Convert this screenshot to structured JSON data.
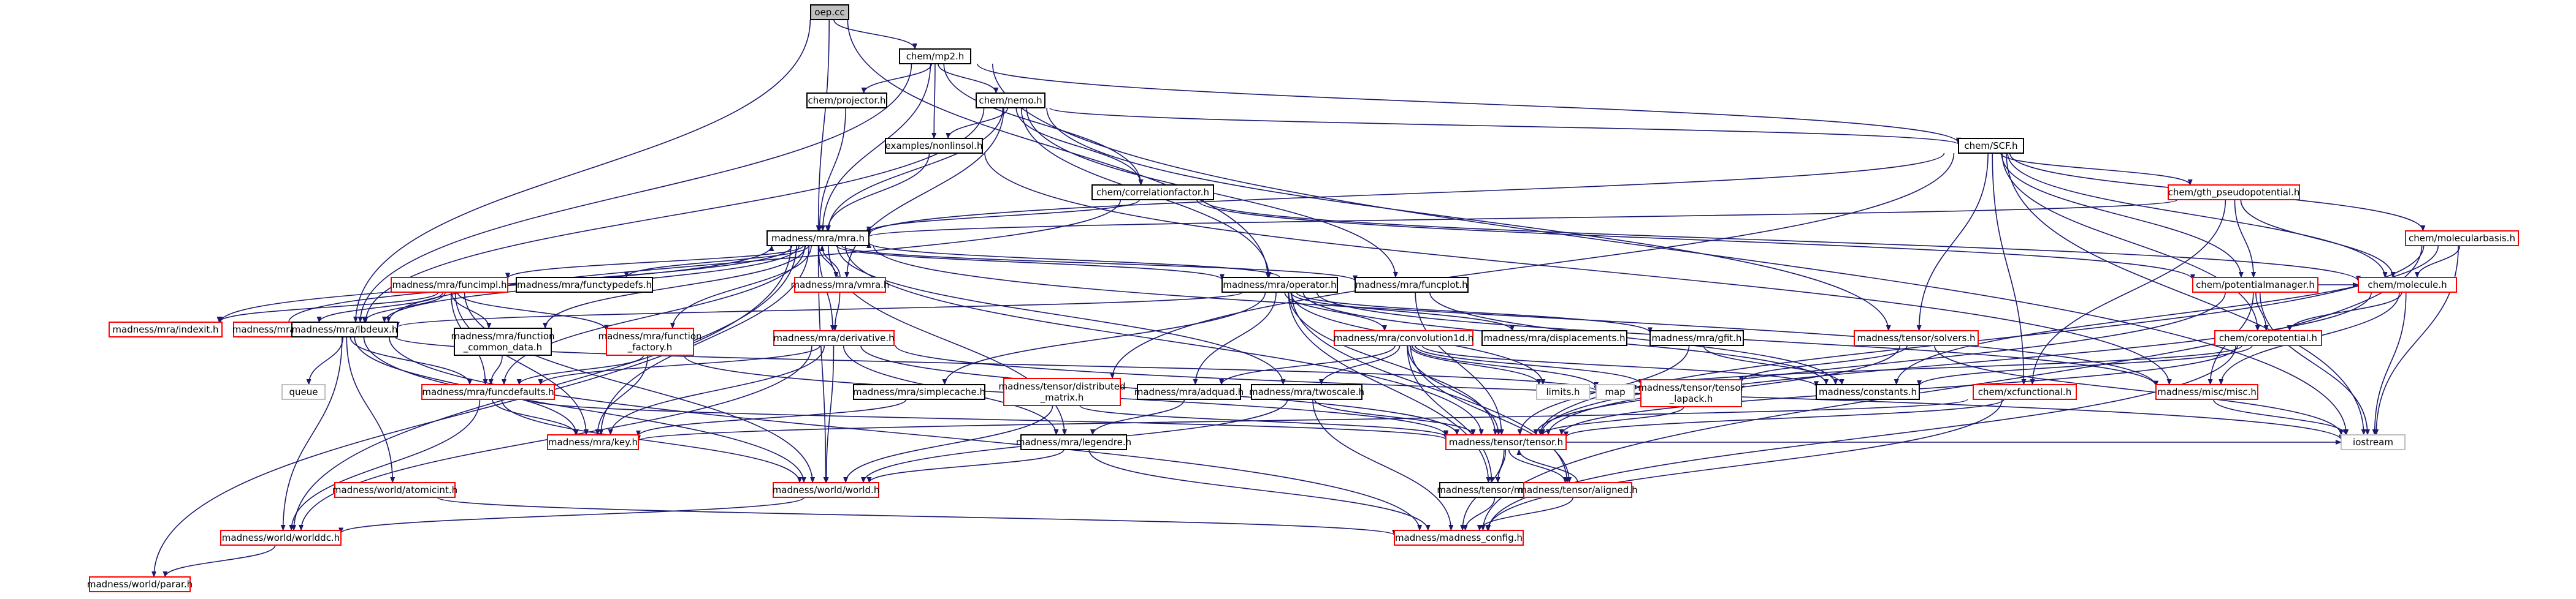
{
  "graph": {
    "kind": "include-dependency-graph",
    "root": "oep.cc",
    "colors": {
      "edge": "#191970",
      "root_fill": "#bfbfbf",
      "documented_border": "#000000",
      "undocumented_border": "#ff0000",
      "external_border": "#bfbfbf"
    },
    "nodes": [
      {
        "id": "oep",
        "lines": [
          "oep.cc"
        ],
        "style": "root"
      },
      {
        "id": "mp2",
        "lines": [
          "chem/mp2.h"
        ],
        "style": "black"
      },
      {
        "id": "projector",
        "lines": [
          "chem/projector.h"
        ],
        "style": "black"
      },
      {
        "id": "nemo",
        "lines": [
          "chem/nemo.h"
        ],
        "style": "black"
      },
      {
        "id": "nonlinsol",
        "lines": [
          "examples/nonlinsol.h"
        ],
        "style": "black"
      },
      {
        "id": "SCF",
        "lines": [
          "chem/SCF.h"
        ],
        "style": "black"
      },
      {
        "id": "corrfac",
        "lines": [
          "chem/correlationfactor.h"
        ],
        "style": "black"
      },
      {
        "id": "mra",
        "lines": [
          "madness/mra/mra.h"
        ],
        "style": "black"
      },
      {
        "id": "gthpseudo",
        "lines": [
          "chem/gth_pseudopotential.h"
        ],
        "style": "red"
      },
      {
        "id": "molbasis",
        "lines": [
          "chem/molecularbasis.h"
        ],
        "style": "red"
      },
      {
        "id": "funcimpl",
        "lines": [
          "madness/mra/funcimpl.h"
        ],
        "style": "red"
      },
      {
        "id": "functypedefs",
        "lines": [
          "madness/mra/functypedefs.h"
        ],
        "style": "black"
      },
      {
        "id": "vmra",
        "lines": [
          "madness/mra/vmra.h"
        ],
        "style": "red"
      },
      {
        "id": "operator",
        "lines": [
          "madness/mra/operator.h"
        ],
        "style": "black"
      },
      {
        "id": "funcplot",
        "lines": [
          "madness/mra/funcplot.h"
        ],
        "style": "black"
      },
      {
        "id": "potmgr",
        "lines": [
          "chem/potentialmanager.h"
        ],
        "style": "red"
      },
      {
        "id": "molecule",
        "lines": [
          "chem/molecule.h"
        ],
        "style": "red"
      },
      {
        "id": "indexit",
        "lines": [
          "madness/mra/indexit.h"
        ],
        "style": "red"
      },
      {
        "id": "mraimpl",
        "lines": [
          "madness/mra/mraimpl.h"
        ],
        "style": "red"
      },
      {
        "id": "lbdeux",
        "lines": [
          "madness/mra/lbdeux.h"
        ],
        "style": "black"
      },
      {
        "id": "fcd",
        "lines": [
          "madness/mra/function",
          "_common_data.h"
        ],
        "style": "black"
      },
      {
        "id": "ffactory",
        "lines": [
          "madness/mra/function",
          "_factory.h"
        ],
        "style": "red"
      },
      {
        "id": "derivative",
        "lines": [
          "madness/mra/derivative.h"
        ],
        "style": "red"
      },
      {
        "id": "conv1d",
        "lines": [
          "madness/mra/convolution1d.h"
        ],
        "style": "red"
      },
      {
        "id": "displacements",
        "lines": [
          "madness/mra/displacements.h"
        ],
        "style": "black"
      },
      {
        "id": "gfit",
        "lines": [
          "madness/mra/gfit.h"
        ],
        "style": "black"
      },
      {
        "id": "solvers",
        "lines": [
          "madness/tensor/solvers.h"
        ],
        "style": "red"
      },
      {
        "id": "corepot",
        "lines": [
          "chem/corepotential.h"
        ],
        "style": "red"
      },
      {
        "id": "queue",
        "lines": [
          "queue"
        ],
        "style": "gray"
      },
      {
        "id": "funcdefaults",
        "lines": [
          "madness/mra/funcdefaults.h"
        ],
        "style": "red"
      },
      {
        "id": "simplecache",
        "lines": [
          "madness/mra/simplecache.h"
        ],
        "style": "black"
      },
      {
        "id": "distmatrix",
        "lines": [
          "madness/tensor/distributed",
          "_matrix.h"
        ],
        "style": "red"
      },
      {
        "id": "adquad",
        "lines": [
          "madness/mra/adquad.h"
        ],
        "style": "black"
      },
      {
        "id": "twoscale",
        "lines": [
          "madness/mra/twoscale.h"
        ],
        "style": "black"
      },
      {
        "id": "limits",
        "lines": [
          "limits.h"
        ],
        "style": "gray"
      },
      {
        "id": "map",
        "lines": [
          "map"
        ],
        "style": "gray"
      },
      {
        "id": "lapack",
        "lines": [
          "madness/tensor/tensor",
          "_lapack.h"
        ],
        "style": "red"
      },
      {
        "id": "constants",
        "lines": [
          "madness/constants.h"
        ],
        "style": "black"
      },
      {
        "id": "xcfunctional",
        "lines": [
          "chem/xcfunctional.h"
        ],
        "style": "red"
      },
      {
        "id": "misc",
        "lines": [
          "madness/misc/misc.h"
        ],
        "style": "red"
      },
      {
        "id": "key",
        "lines": [
          "madness/mra/key.h"
        ],
        "style": "red"
      },
      {
        "id": "legendre",
        "lines": [
          "madness/mra/legendre.h"
        ],
        "style": "black"
      },
      {
        "id": "tensor",
        "lines": [
          "madness/tensor/tensor.h"
        ],
        "style": "red"
      },
      {
        "id": "iostream",
        "lines": [
          "iostream"
        ],
        "style": "gray"
      },
      {
        "id": "atomicint",
        "lines": [
          "madness/world/atomicint.h"
        ],
        "style": "red"
      },
      {
        "id": "world",
        "lines": [
          "madness/world/world.h"
        ],
        "style": "red"
      },
      {
        "id": "mxm",
        "lines": [
          "madness/tensor/mtxmq.h"
        ],
        "style": "black"
      },
      {
        "id": "aligned",
        "lines": [
          "madness/tensor/aligned.h"
        ],
        "style": "red"
      },
      {
        "id": "worlddc",
        "lines": [
          "madness/world/worlddc.h"
        ],
        "style": "red"
      },
      {
        "id": "config",
        "lines": [
          "madness/madness_config.h"
        ],
        "style": "red"
      },
      {
        "id": "parar",
        "lines": [
          "madness/world/parar.h"
        ],
        "style": "red"
      }
    ],
    "edges": [
      [
        "oep",
        "mp2"
      ],
      [
        "oep",
        "mra"
      ],
      [
        "oep",
        "operator"
      ],
      [
        "oep",
        "lbdeux"
      ],
      [
        "mp2",
        "projector"
      ],
      [
        "mp2",
        "nemo"
      ],
      [
        "mp2",
        "nonlinsol"
      ],
      [
        "mp2",
        "SCF"
      ],
      [
        "mp2",
        "corrfac"
      ],
      [
        "mp2",
        "mra"
      ],
      [
        "mp2",
        "lbdeux"
      ],
      [
        "mp2",
        "iostream"
      ],
      [
        "projector",
        "mra"
      ],
      [
        "nemo",
        "nonlinsol"
      ],
      [
        "nemo",
        "SCF"
      ],
      [
        "nemo",
        "corrfac"
      ],
      [
        "nemo",
        "mra"
      ],
      [
        "nemo",
        "vmra"
      ],
      [
        "nemo",
        "lbdeux"
      ],
      [
        "nemo",
        "funcplot"
      ],
      [
        "nemo",
        "operator"
      ],
      [
        "nemo",
        "solvers"
      ],
      [
        "nonlinsol",
        "mra"
      ],
      [
        "nonlinsol",
        "misc"
      ],
      [
        "SCF",
        "mra"
      ],
      [
        "SCF",
        "gthpseudo"
      ],
      [
        "SCF",
        "molbasis"
      ],
      [
        "SCF",
        "molecule"
      ],
      [
        "SCF",
        "potmgr"
      ],
      [
        "SCF",
        "corepot"
      ],
      [
        "SCF",
        "xcfunctional"
      ],
      [
        "SCF",
        "solvers"
      ],
      [
        "SCF",
        "distmatrix"
      ],
      [
        "SCF",
        "iostream"
      ],
      [
        "corrfac",
        "mra"
      ],
      [
        "corrfac",
        "lbdeux"
      ],
      [
        "corrfac",
        "molecule"
      ],
      [
        "corrfac",
        "potmgr"
      ],
      [
        "gthpseudo",
        "mra"
      ],
      [
        "gthpseudo",
        "molecule"
      ],
      [
        "gthpseudo",
        "potmgr"
      ],
      [
        "gthpseudo",
        "xcfunctional"
      ],
      [
        "molbasis",
        "molecule"
      ],
      [
        "molbasis",
        "constants"
      ],
      [
        "molbasis",
        "tensor"
      ],
      [
        "molbasis",
        "iostream"
      ],
      [
        "molbasis",
        "config"
      ],
      [
        "mra",
        "funcimpl"
      ],
      [
        "mra",
        "functypedefs"
      ],
      [
        "mra",
        "vmra"
      ],
      [
        "mra",
        "operator"
      ],
      [
        "mra",
        "funcplot"
      ],
      [
        "mra",
        "indexit"
      ],
      [
        "mra",
        "lbdeux"
      ],
      [
        "mra",
        "fcd"
      ],
      [
        "mra",
        "ffactory"
      ],
      [
        "mra",
        "derivative"
      ],
      [
        "mra",
        "funcdefaults"
      ],
      [
        "mra",
        "key"
      ],
      [
        "mra",
        "tensor"
      ],
      [
        "mra",
        "world"
      ],
      [
        "mra",
        "worlddc"
      ],
      [
        "mra",
        "parar"
      ],
      [
        "mra",
        "twoscale"
      ],
      [
        "mra",
        "misc"
      ],
      [
        "mra",
        "legendre"
      ],
      [
        "funcimpl",
        "indexit"
      ],
      [
        "funcimpl",
        "lbdeux"
      ],
      [
        "funcimpl",
        "fcd"
      ],
      [
        "funcimpl",
        "ffactory"
      ],
      [
        "funcimpl",
        "funcdefaults"
      ],
      [
        "funcimpl",
        "world"
      ],
      [
        "funcimpl",
        "key"
      ],
      [
        "funcimpl",
        "mraimpl"
      ],
      [
        "vmra",
        "mra"
      ],
      [
        "vmra",
        "derivative"
      ],
      [
        "operator",
        "mra"
      ],
      [
        "operator",
        "lbdeux"
      ],
      [
        "operator",
        "conv1d"
      ],
      [
        "operator",
        "displacements"
      ],
      [
        "operator",
        "gfit"
      ],
      [
        "operator",
        "simplecache"
      ],
      [
        "operator",
        "adquad"
      ],
      [
        "operator",
        "tensor"
      ],
      [
        "operator",
        "constants"
      ],
      [
        "operator",
        "mxm"
      ],
      [
        "operator",
        "limits"
      ],
      [
        "operator",
        "aligned"
      ],
      [
        "operator",
        "misc"
      ],
      [
        "funcplot",
        "constants"
      ],
      [
        "funcplot",
        "tensor"
      ],
      [
        "potmgr",
        "corepot"
      ],
      [
        "potmgr",
        "molecule"
      ],
      [
        "potmgr",
        "misc"
      ],
      [
        "potmgr",
        "tensor"
      ],
      [
        "potmgr",
        "iostream"
      ],
      [
        "molecule",
        "corepot"
      ],
      [
        "molecule",
        "tensor"
      ],
      [
        "molecule",
        "misc"
      ],
      [
        "molecule",
        "iostream"
      ],
      [
        "mraimpl",
        "lbdeux"
      ],
      [
        "mraimpl",
        "mra"
      ],
      [
        "lbdeux",
        "queue"
      ],
      [
        "lbdeux",
        "funcdefaults"
      ],
      [
        "lbdeux",
        "key"
      ],
      [
        "lbdeux",
        "world"
      ],
      [
        "lbdeux",
        "worlddc"
      ],
      [
        "lbdeux",
        "atomicint"
      ],
      [
        "lbdeux",
        "config"
      ],
      [
        "lbdeux",
        "map"
      ],
      [
        "fcd",
        "funcdefaults"
      ],
      [
        "ffactory",
        "key"
      ],
      [
        "ffactory",
        "tensor"
      ],
      [
        "ffactory",
        "funcdefaults"
      ],
      [
        "derivative",
        "funcdefaults"
      ],
      [
        "derivative",
        "key"
      ],
      [
        "derivative",
        "world"
      ],
      [
        "derivative",
        "worlddc"
      ],
      [
        "derivative",
        "tensor"
      ],
      [
        "derivative",
        "iostream"
      ],
      [
        "derivative",
        "legendre"
      ],
      [
        "conv1d",
        "twoscale"
      ],
      [
        "conv1d",
        "adquad"
      ],
      [
        "conv1d",
        "tensor"
      ],
      [
        "conv1d",
        "constants"
      ],
      [
        "conv1d",
        "limits"
      ],
      [
        "conv1d",
        "map"
      ],
      [
        "conv1d",
        "aligned"
      ],
      [
        "conv1d",
        "mxm"
      ],
      [
        "conv1d",
        "lapack"
      ],
      [
        "gfit",
        "tensor"
      ],
      [
        "gfit",
        "constants"
      ],
      [
        "solvers",
        "tensor"
      ],
      [
        "solvers",
        "lapack"
      ],
      [
        "solvers",
        "iostream"
      ],
      [
        "corepot",
        "constants"
      ],
      [
        "corepot",
        "tensor"
      ],
      [
        "corepot",
        "map"
      ],
      [
        "corepot",
        "config"
      ],
      [
        "funcdefaults",
        "key"
      ],
      [
        "funcdefaults",
        "world"
      ],
      [
        "funcdefaults",
        "worlddc"
      ],
      [
        "funcdefaults",
        "tensor"
      ],
      [
        "simplecache",
        "key"
      ],
      [
        "distmatrix",
        "world"
      ],
      [
        "distmatrix",
        "tensor"
      ],
      [
        "adquad",
        "legendre"
      ],
      [
        "twoscale",
        "tensor"
      ],
      [
        "twoscale",
        "world"
      ],
      [
        "twoscale",
        "config"
      ],
      [
        "lapack",
        "tensor"
      ],
      [
        "xcfunctional",
        "tensor"
      ],
      [
        "xcfunctional",
        "key"
      ],
      [
        "xcfunctional",
        "config"
      ],
      [
        "misc",
        "iostream"
      ],
      [
        "legendre",
        "world"
      ],
      [
        "legendre",
        "config"
      ],
      [
        "tensor",
        "mxm"
      ],
      [
        "tensor",
        "aligned"
      ],
      [
        "tensor",
        "config"
      ],
      [
        "tensor",
        "iostream"
      ],
      [
        "atomicint",
        "config"
      ],
      [
        "world",
        "worlddc"
      ],
      [
        "mxm",
        "config"
      ],
      [
        "aligned",
        "tensor"
      ],
      [
        "aligned",
        "config"
      ],
      [
        "worlddc",
        "parar"
      ]
    ]
  }
}
